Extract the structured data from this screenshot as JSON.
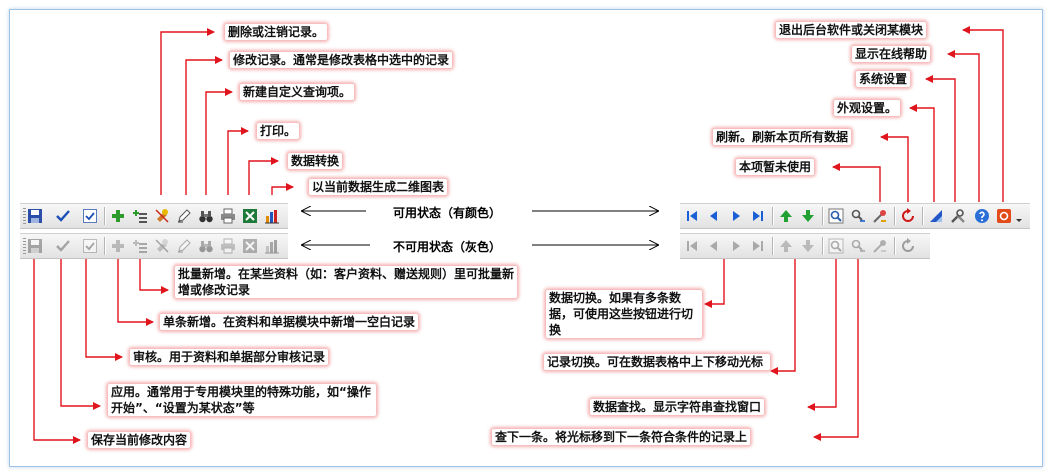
{
  "states": {
    "enabled": "可用状态（有颜色）",
    "disabled": "不可用状态（灰色）"
  },
  "left_toolbar_buttons": [
    {
      "name": "save-icon"
    },
    {
      "name": "check-icon"
    },
    {
      "name": "checkbox-icon"
    },
    {
      "name": "add-icon"
    },
    {
      "name": "batch-add-icon"
    },
    {
      "name": "delete-icon"
    },
    {
      "name": "edit-icon"
    },
    {
      "name": "binoculars-icon"
    },
    {
      "name": "printer-icon"
    },
    {
      "name": "excel-icon"
    },
    {
      "name": "chart-icon"
    }
  ],
  "right_toolbar_buttons": [
    {
      "name": "first-icon"
    },
    {
      "name": "prev-icon"
    },
    {
      "name": "next-icon"
    },
    {
      "name": "last-icon"
    },
    {
      "name": "up-icon"
    },
    {
      "name": "down-icon"
    },
    {
      "name": "find-icon"
    },
    {
      "name": "find-next-icon"
    },
    {
      "name": "tools-icon"
    },
    {
      "name": "refresh-icon"
    },
    {
      "name": "appearance-icon"
    },
    {
      "name": "settings-icon"
    },
    {
      "name": "help-icon"
    },
    {
      "name": "exit-icon"
    }
  ],
  "callouts": {
    "delete": "删除或注销记录。",
    "edit": "修改记录。通常是修改表格中选中的记录",
    "query": "新建自定义查询项。",
    "print": "打印。",
    "convert": "数据转换",
    "qrcode": "以当前数据生成二维图表",
    "batch_add": "批量新增。在某些资料（如：客户资料、赠送规则）里可批量新增或修改记录",
    "single_add": "单条新增。在资料和单据模块中新增一空白记录",
    "audit": "审核。用于资料和单据部分审核记录",
    "apply": "应用。通常用于专用模块里的特殊功能，如“操作开始”、“设置为某状态”等",
    "save": "保存当前修改内容",
    "exit": "退出后台软件或关闭某模块",
    "help": "显示在线帮助",
    "settings": "系统设置",
    "appearance": "外观设置。",
    "refresh": "刷新。刷新本页所有数据",
    "unused": "本项暂未使用",
    "data_switch": "数据切换。如果有多条数据，可使用这些按钮进行切换",
    "record_switch": "记录切换。可在数据表格中上下移动光标",
    "find": "数据查找。显示字符串查找窗口",
    "find_next": "查下一条。将光标移到下一条符合条件的记录上"
  }
}
